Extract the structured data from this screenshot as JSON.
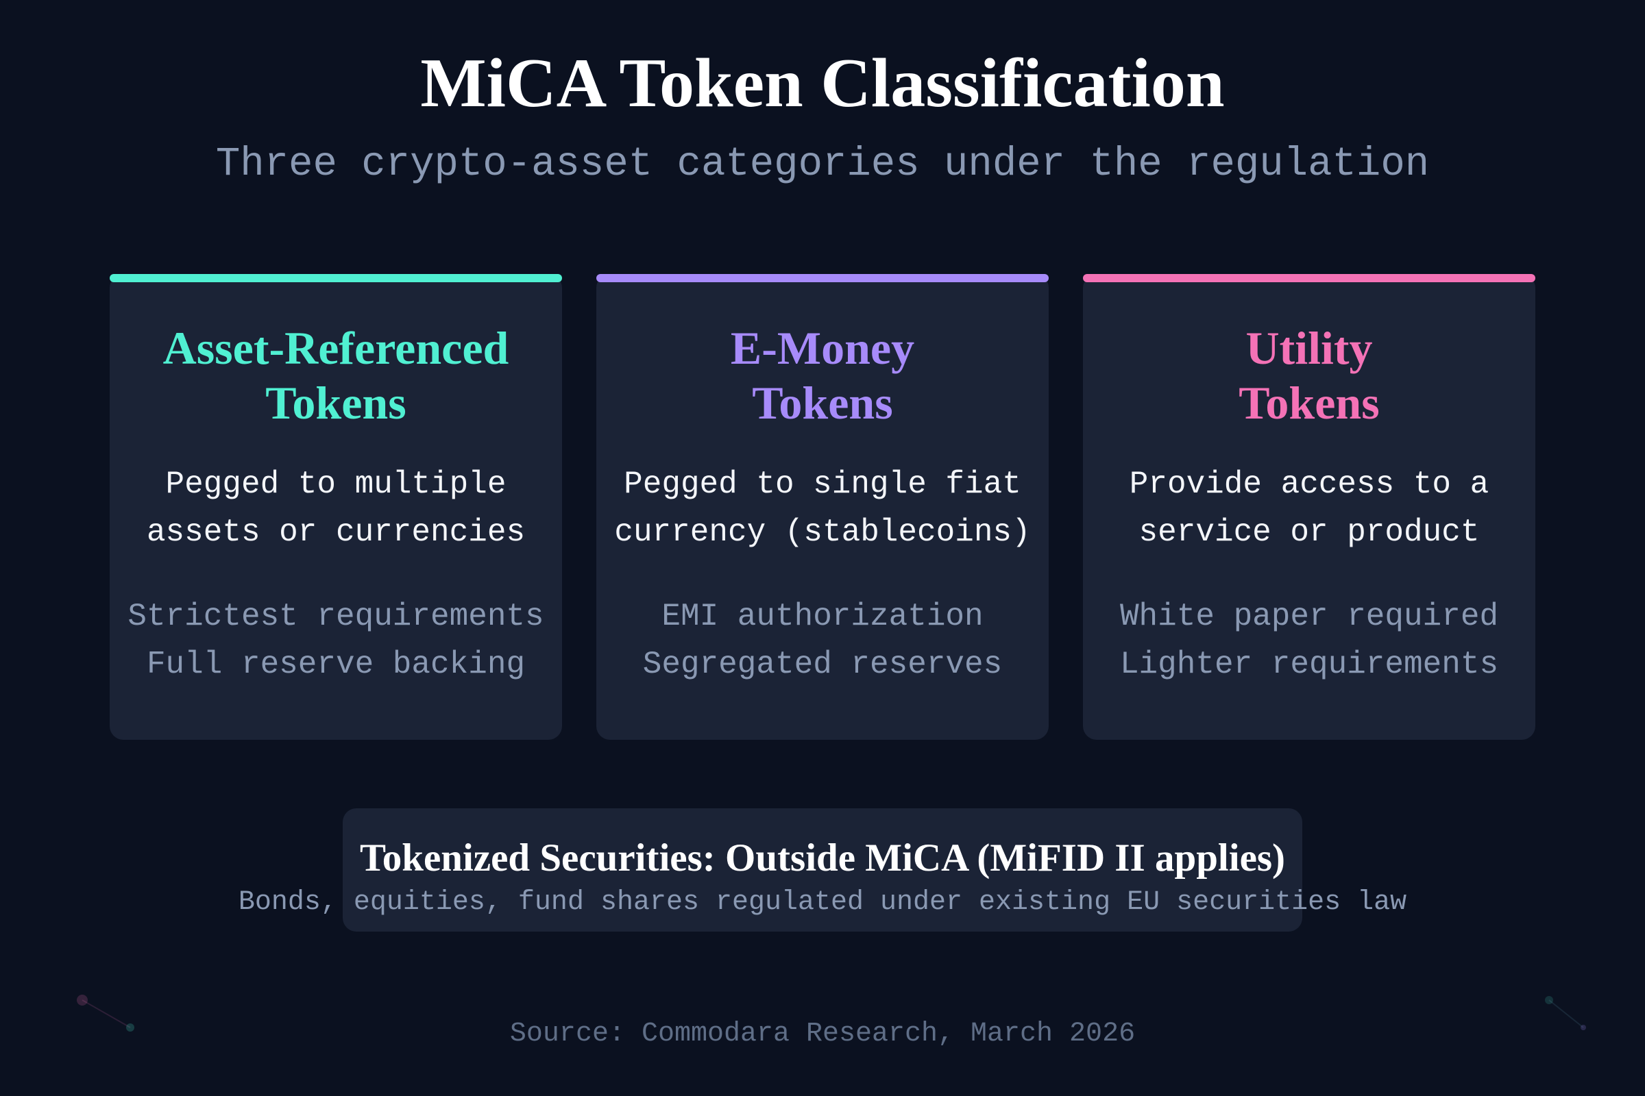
{
  "header": {
    "title": "MiCA Token Classification",
    "subtitle": "Three crypto-asset categories under the regulation"
  },
  "cards": [
    {
      "title_lines": [
        "Asset-Referenced",
        "Tokens"
      ],
      "description_lines": [
        "Pegged to multiple",
        "assets or currencies"
      ],
      "feature_lines": [
        "Strictest requirements",
        "Full reserve backing"
      ],
      "accent_color": "#50f0d2"
    },
    {
      "title_lines": [
        "E-Money",
        "Tokens"
      ],
      "description_lines": [
        "Pegged to single fiat",
        "currency (stablecoins)"
      ],
      "feature_lines": [
        "EMI authorization",
        "Segregated reserves"
      ],
      "accent_color": "#a78bfa"
    },
    {
      "title_lines": [
        "Utility",
        "Tokens"
      ],
      "description_lines": [
        "Provide access to a",
        "service or product"
      ],
      "feature_lines": [
        "White paper required",
        "Lighter requirements"
      ],
      "accent_color": "#f472b6"
    }
  ],
  "note": {
    "title": "Tokenized Securities: Outside MiCA (MiFID II applies)",
    "subtitle": "Bonds, equities, fund shares regulated under existing EU securities law"
  },
  "footer": {
    "source": "Source: Commodara Research, March 2026"
  },
  "colors": {
    "background": "#0b1120",
    "card_background": "#1b2336",
    "muted_text": "#8a99b3",
    "footer_text": "#5f6e87"
  }
}
